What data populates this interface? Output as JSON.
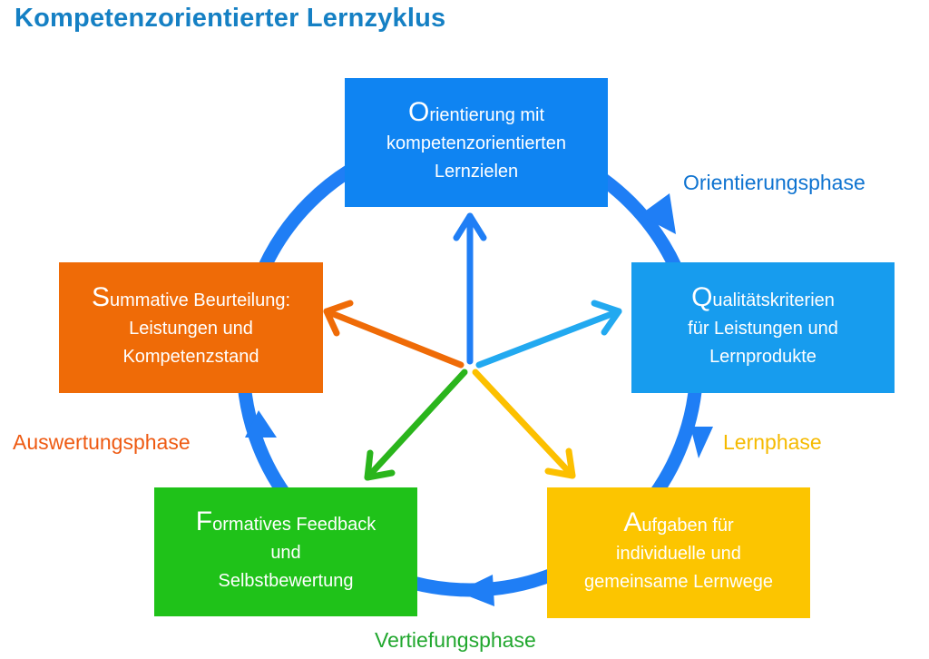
{
  "title": "Kompetenzorientierter Lernzyklus",
  "colors": {
    "cycle": "#1f7ef5",
    "blue_box": "#0f84f2",
    "lightblue_box": "#179cee",
    "yellow_box": "#fcc500",
    "green_box": "#1fc219",
    "orange_box": "#ef6b07",
    "title": "#1580c4",
    "phase_blue": "#0e73d0",
    "phase_yellow": "#f5ba00",
    "phase_green": "#21a72e",
    "phase_orange": "#ee5a12"
  },
  "boxes": {
    "orientierung": {
      "initial": "O",
      "line1_rest": "rientierung mit",
      "line2": "kompetenzorientierten",
      "line3": "Lernzielen"
    },
    "qualitaet": {
      "initial": "Q",
      "line1_rest": "ualitätskriterien",
      "line2": "für Leistungen und",
      "line3": "Lernprodukte"
    },
    "aufgaben": {
      "initial": "A",
      "line1_rest": "ufgaben für",
      "line2": "individuelle und",
      "line3": "gemeinsame Lernwege"
    },
    "formatives": {
      "initial": "F",
      "line1_rest": "ormatives Feedback",
      "line2": "und",
      "line3": "Selbstbewertung"
    },
    "summative": {
      "initial": "S",
      "line1_rest": "ummative Beurteilung:",
      "line2": "Leistungen und",
      "line3": "Kompetenzstand"
    }
  },
  "phases": {
    "orientierung": "Orientierungsphase",
    "lern": "Lernphase",
    "vertiefung": "Vertiefungsphase",
    "auswertung": "Auswertungsphase"
  }
}
